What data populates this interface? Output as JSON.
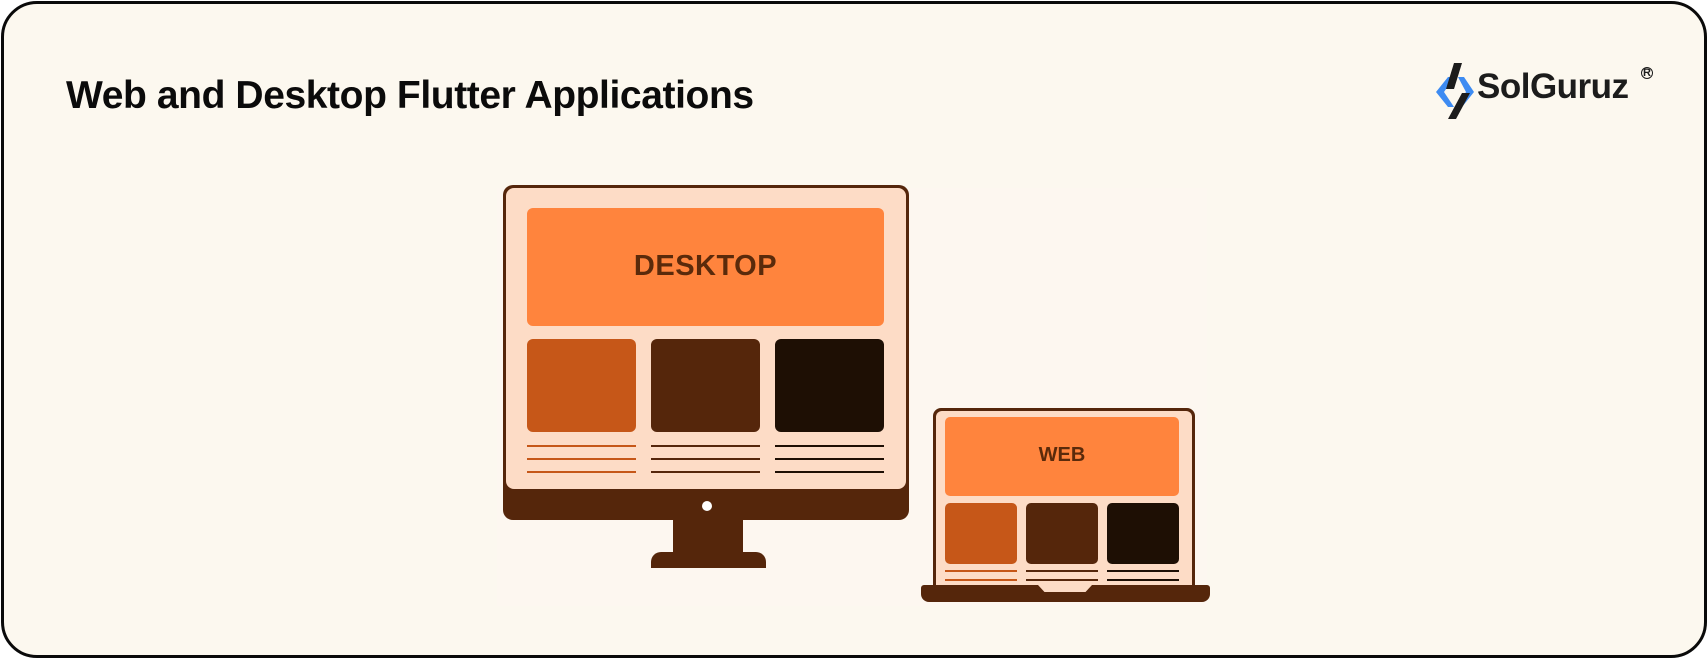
{
  "header": {
    "title": "Web and Desktop Flutter Applications"
  },
  "logo": {
    "mark": "solguruz-logo-mark",
    "text": "SolGuruz",
    "registered": "R"
  },
  "illustration": {
    "desktop": {
      "banner_label": "DESKTOP"
    },
    "laptop": {
      "banner_label": "WEB"
    }
  },
  "colors": {
    "background": "#FCF8EF",
    "screen": "#FDDCC6",
    "banner": "#FF843D",
    "tile_1": "#C65718",
    "tile_2": "#55260B",
    "tile_3": "#1E0F04",
    "frame": "#55260B",
    "logo_blue": "#3D8BF2",
    "logo_dark": "#1C1C1C"
  }
}
